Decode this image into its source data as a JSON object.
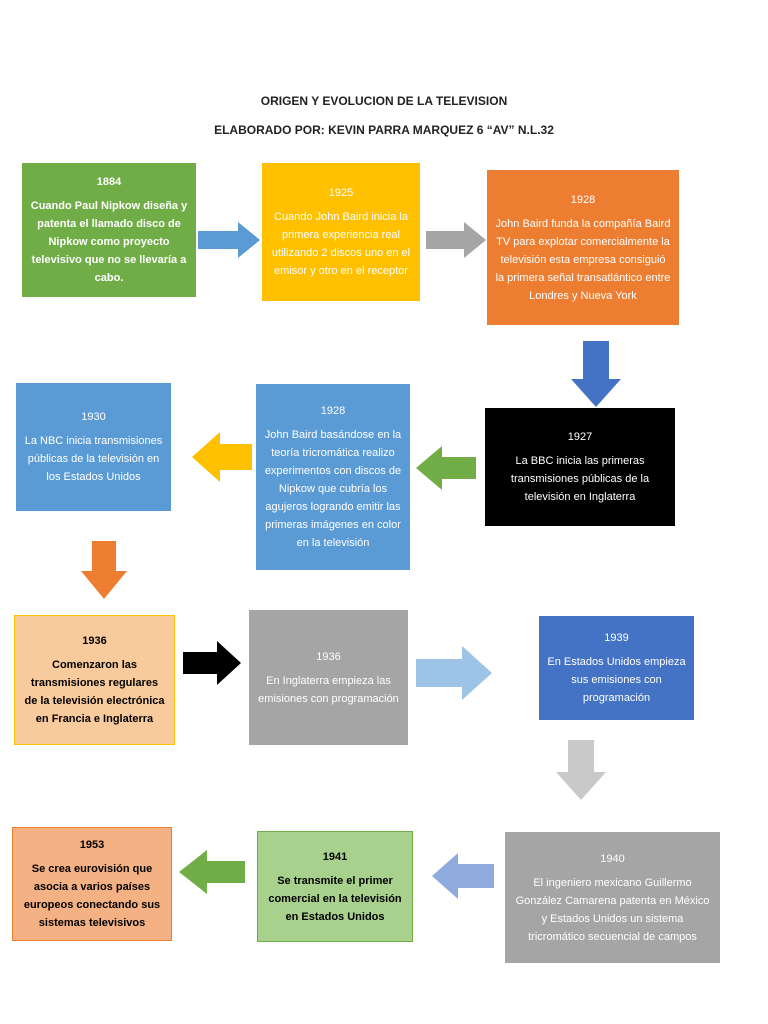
{
  "header": {
    "title": "ORIGEN Y EVOLUCION DE LA TELEVISION",
    "author": "ELABORADO POR: KEVIN PARRA MARQUEZ 6  “AV” N.L.32"
  },
  "boxes": [
    {
      "id": "b1884",
      "year": "1884",
      "text": "Cuando Paul Nipkow diseña y patenta el llamado disco de Nipkow como proyecto televisivo que no se llevaría a cabo.",
      "color": "#70ad47"
    },
    {
      "id": "b1925",
      "year": "1925",
      "text": "Cuando John Baird inicia la primera experiencia real utilizando 2 discos uno en el emisor y otro en el receptor",
      "color": "#ffc000"
    },
    {
      "id": "b1928a",
      "year": "1928",
      "text": "John Baird funda la compañía Baird TV para explotar comercialmente la televisión esta empresa consiguió la primera señal transatlántico entre Londres y Nueva York",
      "color": "#ed7d31"
    },
    {
      "id": "b1927",
      "year": "1927",
      "text": "La BBC inicia las primeras transmisiones públicas de la televisión en Inglaterra",
      "color": "#000000"
    },
    {
      "id": "b1928b",
      "year": "1928",
      "text": "John Baird basándose en la teoría tricromática realizo experimentos con discos de Nipkow que cubría los agujeros logrando emitir las primeras imágenes en color en la televisión",
      "color": "#5b9bd5"
    },
    {
      "id": "b1930",
      "year": "1930",
      "text": "La NBC inicia transmisiones públicas de la televisión en los Estados Unidos",
      "color": "#5b9bd5"
    },
    {
      "id": "b1936a",
      "year": "1936",
      "text": "Comenzaron las transmisiones regulares de la televisión electrónica en Francia e Inglaterra",
      "color": "#f9cb9c"
    },
    {
      "id": "b1936b",
      "year": "1936",
      "text": "En Inglaterra empieza las emisiones con programación",
      "color": "#a5a5a5"
    },
    {
      "id": "b1939",
      "year": "1939",
      "text": "En Estados Unidos empieza sus emisiones con programación",
      "color": "#4472c4"
    },
    {
      "id": "b1940",
      "year": "1940",
      "text": "El ingeniero mexicano Guillermo González Camarena patenta en México y Estados Unidos un sistema tricromático secuencial de campos",
      "color": "#a5a5a5"
    },
    {
      "id": "b1941",
      "year": "1941",
      "text": "Se transmite el primer comercial en la televisión en Estados Unidos",
      "color": "#a9d18e"
    },
    {
      "id": "b1953",
      "year": "1953",
      "text": "Se crea eurovisión que asocia a varios países europeos conectando sus sistemas televisivos",
      "color": "#f4b183"
    }
  ],
  "arrows": [
    {
      "from": "b1884",
      "to": "b1925",
      "direction": "right",
      "color": "#5b9bd5"
    },
    {
      "from": "b1925",
      "to": "b1928a",
      "direction": "right",
      "color": "#a5a5a5"
    },
    {
      "from": "b1928a",
      "to": "b1927",
      "direction": "down",
      "color": "#4472c4"
    },
    {
      "from": "b1927",
      "to": "b1928b",
      "direction": "left",
      "color": "#70ad47"
    },
    {
      "from": "b1928b",
      "to": "b1930",
      "direction": "left",
      "color": "#ffc000"
    },
    {
      "from": "b1930",
      "to": "b1936a",
      "direction": "down",
      "color": "#ed7d31"
    },
    {
      "from": "b1936a",
      "to": "b1936b",
      "direction": "right",
      "color": "#000000"
    },
    {
      "from": "b1936b",
      "to": "b1939",
      "direction": "right",
      "color": "#9dc3e6"
    },
    {
      "from": "b1939",
      "to": "b1940",
      "direction": "down",
      "color": "#c9c9c9"
    },
    {
      "from": "b1940",
      "to": "b1941",
      "direction": "left",
      "color": "#8faadc"
    },
    {
      "from": "b1941",
      "to": "b1953",
      "direction": "left",
      "color": "#70ad47"
    }
  ]
}
